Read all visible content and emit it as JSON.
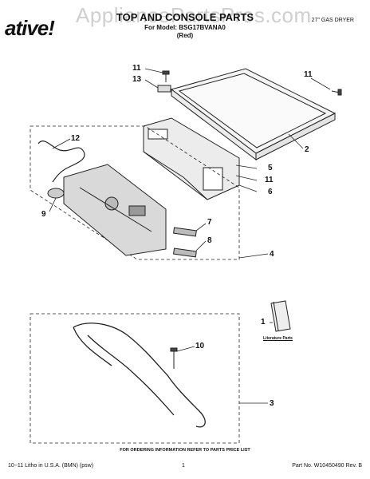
{
  "header": {
    "brand": "ative!",
    "watermark": "AppliancePartsPros.com",
    "title": "TOP AND CONSOLE PARTS",
    "model_line": "For Model: BSG17BVANA0",
    "color_line": "(Red)",
    "product": "27\" GAS DRYER"
  },
  "callouts": [
    "11",
    "13",
    "11",
    "12",
    "2",
    "5",
    "11",
    "6",
    "9",
    "7",
    "8",
    "4",
    "1",
    "10",
    "3"
  ],
  "literature_label": "Literature Parts",
  "footer": {
    "note": "FOR ORDERING INFORMATION REFER TO PARTS PRICE LIST",
    "left": "10−11 Litho in U.S.A. (BMN) (psw)",
    "page": "1",
    "right": "Part No. W10450490 Rev. B"
  }
}
